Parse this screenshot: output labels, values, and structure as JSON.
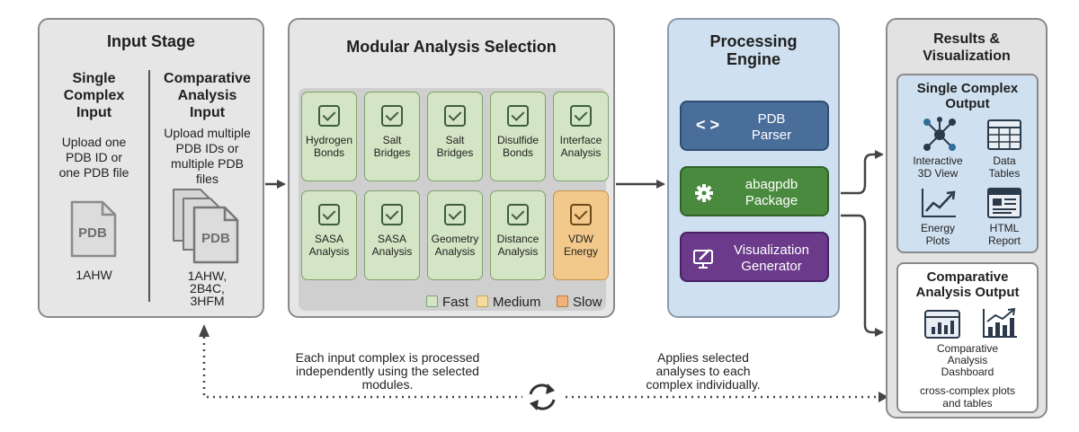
{
  "input_stage": {
    "title": "Input Stage",
    "single": {
      "heading": [
        "Single",
        "Complex",
        "Input"
      ],
      "desc": [
        "Upload one",
        "PDB ID or",
        "one PDB file"
      ],
      "file_label": "PDB",
      "example": "1AHW"
    },
    "comparative": {
      "heading": [
        "Comparative",
        "Analysis",
        "Input"
      ],
      "desc": [
        "Upload multiple",
        "PDB IDs or",
        "multiple PDB",
        "files"
      ],
      "file_label": "PDB",
      "examples": [
        "1AHW,",
        "2B4C,",
        "3HFM"
      ]
    }
  },
  "modular": {
    "title": "Modular Analysis Selection",
    "modules": [
      {
        "label": [
          "Hydrogen",
          "Bonds"
        ],
        "speed": "fast"
      },
      {
        "label": [
          "Salt",
          "Bridges"
        ],
        "speed": "fast"
      },
      {
        "label": [
          "Salt",
          "Bridges"
        ],
        "speed": "fast"
      },
      {
        "label": [
          "Disulfide",
          "Bonds"
        ],
        "speed": "fast"
      },
      {
        "label": [
          "Interface",
          "Analysis"
        ],
        "speed": "fast"
      },
      {
        "label": [
          "SASA",
          "Analysis"
        ],
        "speed": "fast"
      },
      {
        "label": [
          "SASA",
          "Analysis"
        ],
        "speed": "fast"
      },
      {
        "label": [
          "Geometry",
          "Analysis"
        ],
        "speed": "fast"
      },
      {
        "label": [
          "Distance",
          "Analysis"
        ],
        "speed": "fast"
      },
      {
        "label": [
          "VDW",
          "Energy"
        ],
        "speed": "medium"
      }
    ],
    "legend": {
      "fast": "Fast",
      "medium": "Medium",
      "slow": "Slow"
    }
  },
  "processing": {
    "title": [
      "Processing",
      "Engine"
    ],
    "boxes": [
      {
        "label": [
          "PDB",
          "Parser"
        ],
        "icon": "code-icon"
      },
      {
        "label": [
          "abagpdb",
          "Package"
        ],
        "icon": "gear-icon"
      },
      {
        "label": [
          "Visualization",
          "Generator"
        ],
        "icon": "monitor-pen-icon"
      }
    ]
  },
  "results": {
    "title": [
      "Results &",
      "Visualization"
    ],
    "single_output": {
      "title": [
        "Single Complex",
        "Output"
      ],
      "items": [
        {
          "label": [
            "Interactive",
            "3D View"
          ],
          "icon": "molecule-icon"
        },
        {
          "label": [
            "Data",
            "Tables"
          ],
          "icon": "table-icon"
        },
        {
          "label": [
            "Energy",
            "Plots"
          ],
          "icon": "line-chart-icon"
        },
        {
          "label": [
            "HTML",
            "Report"
          ],
          "icon": "report-icon"
        }
      ]
    },
    "comparative_output": {
      "title": [
        "Comparative",
        "Analysis Output"
      ],
      "dashboard": [
        "Comparative",
        "Analysis",
        "Dashboard"
      ],
      "extra": [
        "cross-complex plots",
        "and tables"
      ]
    }
  },
  "annotations": {
    "left": [
      "Each input complex is processed",
      "independently using the selected",
      "modules."
    ],
    "right": [
      "Applies selected",
      "analyses to each",
      "complex individually."
    ]
  },
  "colors": {
    "fast": "#d3e5c4",
    "medium": "#f2c98a",
    "slow": "#f0b27a",
    "pdb_parser": "#4a6e9a",
    "package": "#4a8a3e",
    "visualization": "#6b3a8a"
  }
}
